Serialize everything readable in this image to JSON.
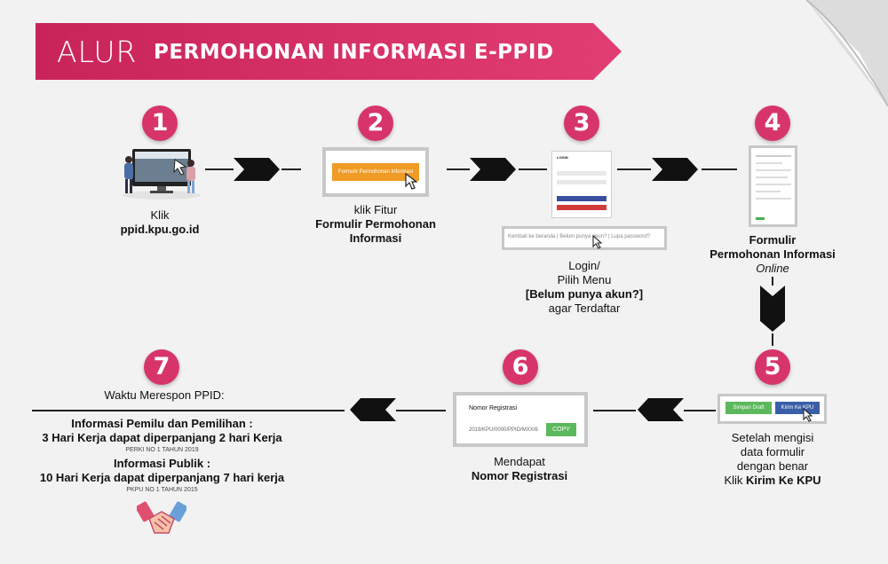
{
  "banner": {
    "title_light": "ALUR",
    "title_bold": "PERMOHONAN INFORMASI E-PPID",
    "color": "#d8336a"
  },
  "accent_color": "#d7356a",
  "steps": [
    {
      "number": "1",
      "label_line1": "Klik",
      "label_line2": "ppid.kpu.go.id"
    },
    {
      "number": "2",
      "label_line1": "klik Fitur",
      "label_line2": "Formulir Permohonan",
      "label_line3": "Informasi",
      "button_text": "Formulir Permohonan Informasi"
    },
    {
      "number": "3",
      "label_line1": "Login/",
      "label_line2": "Pilih Menu",
      "label_line3": "[Belum punya akun?]",
      "label_line4": "agar Terdaftar",
      "links_text": "Kembali ke beranda | Belum punya akun? | Lupa password?",
      "login_title": "LOGIN"
    },
    {
      "number": "4",
      "label_line1": "Formulir",
      "label_line2": "Permohonan Informasi",
      "label_line3": "Online"
    },
    {
      "number": "5",
      "label_line1": "Setelah mengisi",
      "label_line2": "data formulir",
      "label_line3": "dengan benar",
      "label_line4_prefix": "Klik ",
      "label_line4_bold": "Kirim Ke KPU",
      "btn_draft": "Simpan Draft",
      "btn_send": "Kirim Ke KPU"
    },
    {
      "number": "6",
      "label_line1": "Mendapat",
      "label_line2": "Nomor Registrasi",
      "reg_title": "Nomor Registrasi",
      "reg_value": "2019/KPU/0000/PPID/MXX/6",
      "copy_button": "COPY"
    },
    {
      "number": "7",
      "heading": "Waktu Merespon PPID:",
      "info1_title": "Informasi Pemilu dan Pemilihan :",
      "info1_text": "3 Hari Kerja dapat diperpanjang 2 hari Kerja",
      "info1_ref": "PERKI NO 1 TAHUN 2019",
      "info2_title": "Informasi Publik :",
      "info2_text": "10 Hari Kerja dapat diperpanjang 7 hari kerja",
      "info2_ref": "PKPU NO 1 TAHUN 2015"
    }
  ]
}
